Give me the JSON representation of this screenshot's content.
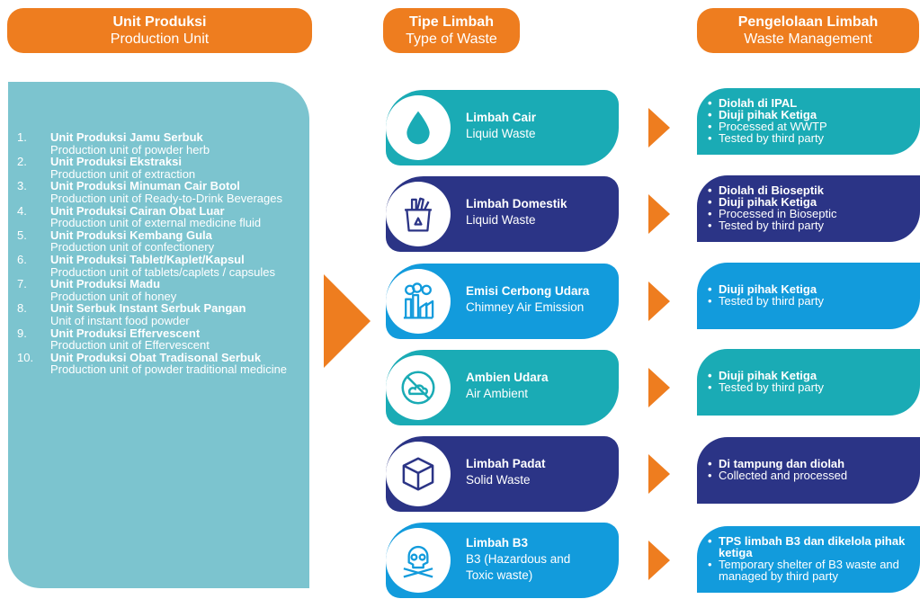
{
  "headers": {
    "units": {
      "title": "Unit Produksi",
      "subtitle": "Production Unit"
    },
    "types": {
      "title": "Tipe Limbah",
      "subtitle": "Type of Waste"
    },
    "management": {
      "title": "Pengelolaan Limbah",
      "subtitle": "Waste Management"
    }
  },
  "production_units": [
    {
      "num": "1.",
      "name": "Unit Produksi Jamu Serbuk",
      "desc": "Production unit of powder herb"
    },
    {
      "num": "2.",
      "name": "Unit Produksi Ekstraksi",
      "desc": "Production unit of extraction"
    },
    {
      "num": "3.",
      "name": "Unit Produksi Minuman Cair Botol",
      "desc": "Production unit of Ready-to-Drink Beverages"
    },
    {
      "num": "4.",
      "name": "Unit Produksi Cairan Obat Luar",
      "desc": "Production unit of external medicine fluid"
    },
    {
      "num": "5.",
      "name": "Unit Produksi Kembang Gula",
      "desc": "Production unit of confectionery"
    },
    {
      "num": "6.",
      "name": "Unit Produksi Tablet/Kaplet/Kapsul",
      "desc": "Production unit of tablets/caplets / capsules"
    },
    {
      "num": "7.",
      "name": "Unit Produksi Madu",
      "desc": "Production unit of honey"
    },
    {
      "num": "8.",
      "name": "Unit Serbuk Instant Serbuk Pangan",
      "desc": "Unit of instant food powder"
    },
    {
      "num": "9.",
      "name": "Unit Produksi Effervescent",
      "desc": "Production unit of Effervescent"
    },
    {
      "num": "10.",
      "name": "Unit Produksi Obat Tradisonal Serbuk",
      "desc": "Production unit of powder traditional medicine"
    }
  ],
  "waste_types": [
    {
      "name": "Limbah Cair",
      "sub": "Liquid Waste",
      "icon": "water-drop-icon",
      "color": "#1aabb5"
    },
    {
      "name": "Limbah Domestik",
      "sub": "Liquid Waste",
      "icon": "trash-bin-icon",
      "color": "#2b3486"
    },
    {
      "name": "Emisi Cerbong Udara",
      "sub": "Chimney Air Emission",
      "icon": "factory-chimney-icon",
      "color": "#129bdc"
    },
    {
      "name": "Ambien Udara",
      "sub": "Air Ambient",
      "icon": "no-smoke-icon",
      "color": "#1aabb5"
    },
    {
      "name": "Limbah Padat",
      "sub": "Solid Waste",
      "icon": "cube-box-icon",
      "color": "#2b3486"
    },
    {
      "name": "Limbah B3",
      "sub": "B3 (Hazardous and Toxic waste)",
      "icon": "skull-crossbones-icon",
      "color": "#129bdc"
    }
  ],
  "management": [
    {
      "color": "#1aabb5",
      "items": [
        {
          "text": "Diolah di IPAL",
          "bold": true
        },
        {
          "text": "Diuji pihak Ketiga",
          "bold": true
        },
        {
          "text": "Processed at WWTP",
          "bold": false
        },
        {
          "text": "Tested by third party",
          "bold": false
        }
      ]
    },
    {
      "color": "#2b3486",
      "items": [
        {
          "text": "Diolah di Bioseptik",
          "bold": true
        },
        {
          "text": "Diuji pihak Ketiga",
          "bold": true
        },
        {
          "text": "Processed in Bioseptic",
          "bold": false
        },
        {
          "text": "Tested by third party",
          "bold": false
        }
      ]
    },
    {
      "color": "#129bdc",
      "items": [
        {
          "text": "Diuji pihak Ketiga",
          "bold": true
        },
        {
          "text": "Tested by third party",
          "bold": false
        }
      ]
    },
    {
      "color": "#1aabb5",
      "items": [
        {
          "text": "Diuji pihak Ketiga",
          "bold": true
        },
        {
          "text": "Tested by third party",
          "bold": false
        }
      ]
    },
    {
      "color": "#2b3486",
      "items": [
        {
          "text": "Di tampung dan diolah",
          "bold": true
        },
        {
          "text": "Collected and processed",
          "bold": false
        }
      ]
    },
    {
      "color": "#129bdc",
      "items": [
        {
          "text": "TPS limbah B3 dan dikelola pihak ketiga",
          "bold": true
        },
        {
          "text": "Temporary shelter of B3 waste and managed by  third party",
          "bold": false
        }
      ]
    }
  ],
  "colors": {
    "orange": "#ee7d1f",
    "panel": "#7cc4cf"
  }
}
